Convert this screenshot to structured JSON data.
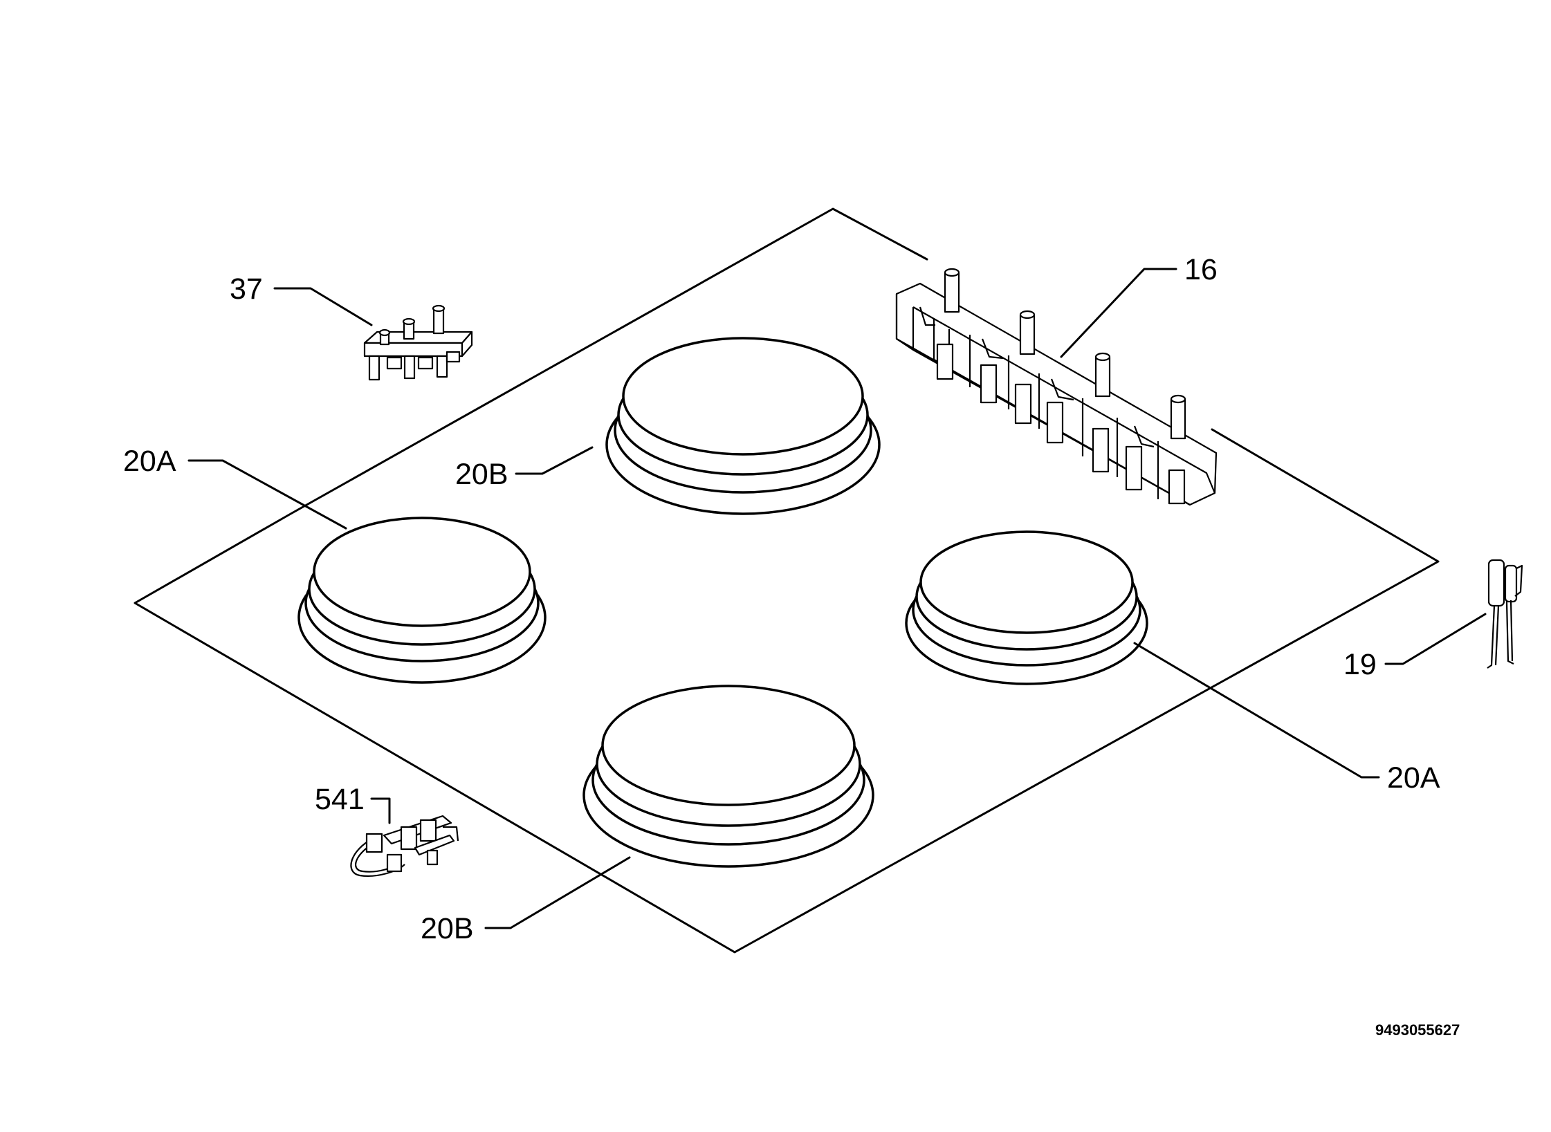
{
  "labels": {
    "part_37": "37",
    "part_16": "16",
    "part_20a_left": "20A",
    "part_20b_top": "20B",
    "part_19": "19",
    "part_20a_right": "20A",
    "part_541": "541",
    "part_20b_bottom": "20B"
  },
  "document_number": "9493055627"
}
